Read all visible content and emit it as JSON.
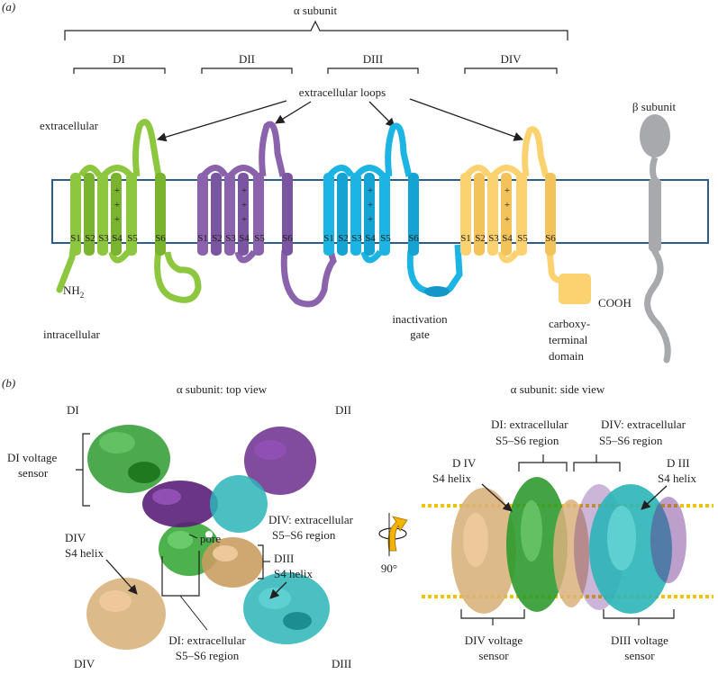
{
  "panel_a": {
    "panel_label": "(a)",
    "alpha_subunit": "α subunit",
    "domains": [
      "DI",
      "DII",
      "DIII",
      "DIV"
    ],
    "extracellular_loops": "extracellular loops",
    "beta_subunit": "β subunit",
    "extracellular": "extracellular",
    "intracellular": "intracellular",
    "nh2": "NH",
    "nh2_sub": "2",
    "cooh": "COOH",
    "segment_labels": [
      "S1",
      "S2",
      "S3",
      "S4",
      "S5",
      "S6"
    ],
    "plus": "+",
    "inactivation_gate": [
      "inactivation",
      "gate"
    ],
    "carboxy_domain": [
      "carboxy-",
      "terminal",
      "domain"
    ],
    "colors": {
      "DI": "#8dc63f",
      "DII": "#8a63ac",
      "DIII": "#1cb4e3",
      "DIV": "#fcd271",
      "beta": "#a7a9ac",
      "membrane": "#2e5d8a"
    }
  },
  "panel_b": {
    "panel_label": "(b)",
    "top_view_title": "α subunit: top view",
    "side_view_title": "α subunit: side view",
    "rotation": "90°",
    "top": {
      "DI": "DI",
      "DII": "DII",
      "DIII": "DIII",
      "DIV": "DIV",
      "di_voltage_sensor": [
        "DI voltage",
        "sensor"
      ],
      "diii_s4": [
        "DIII",
        "S4 helix"
      ],
      "div_s4": [
        "DIV",
        "S4 helix"
      ],
      "pore": "pore",
      "div_extracellular": [
        "DIV: extracellular",
        "S5–S6 region"
      ],
      "di_extracellular": [
        "DI: extracellular",
        "S5–S6 region"
      ]
    },
    "side": {
      "di_extracellular": [
        "DI: extracellular",
        "S5–S6 region"
      ],
      "div_extracellular": [
        "DIV: extracellular",
        "S5–S6 region"
      ],
      "div_s4": [
        "D IV",
        "S4 helix"
      ],
      "diii_s4": [
        "D III",
        "S4 helix"
      ],
      "div_voltage_sensor": [
        "DIV voltage",
        "sensor"
      ],
      "diii_voltage_sensor": [
        "DIII voltage",
        "sensor"
      ]
    },
    "colors": {
      "DI": "#2e9a2e",
      "DII": "#6b2d8c",
      "DIII": "#2bb5b8",
      "DIV": "#d9b27c",
      "lipid": "#f2c200"
    }
  }
}
